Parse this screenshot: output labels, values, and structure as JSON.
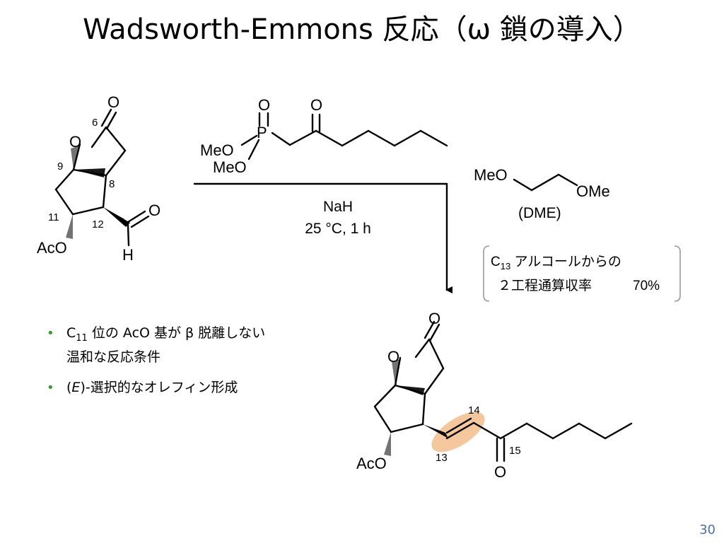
{
  "title": "Wadsworth-Emmons 反応（ω 鎖の導入）",
  "conditions": {
    "base": "NaH",
    "temp_time": "25 °C, 1 h"
  },
  "solvent": {
    "left": "MeO",
    "right": "OMe",
    "abbr": "(DME)"
  },
  "yield_note": {
    "c": "C",
    "sub": "13",
    "line1_rest": " アルコールからの",
    "line2": "２工程通算収率",
    "percent": "70%"
  },
  "aldehyde": {
    "o_carbonyl": "O",
    "o_ring": "O",
    "aco": "AcO",
    "o_ald": "O",
    "h": "H",
    "n6": "6",
    "n9": "9",
    "n8": "8",
    "n11": "11",
    "n12": "12"
  },
  "phosphonate": {
    "o_p": "O",
    "p": "P",
    "o_k": "O",
    "meo1": "MeO",
    "meo2": "MeO"
  },
  "product": {
    "o_carbonyl": "O",
    "o_ring": "O",
    "aco": "AcO",
    "o_ketone": "O",
    "n14": "14",
    "n13": "13",
    "n15": "15"
  },
  "bullets": [
    {
      "c": "C",
      "sub": "11",
      "rest": " 位の AcO 基が β 脱離しない",
      "line2": "温和な反応条件"
    },
    {
      "open": "(",
      "e": "E",
      "rest": ")-選択的なオレフィン形成"
    }
  ],
  "page_number": "30",
  "colors": {
    "highlight": "#f4c89c",
    "bullet": "#339933",
    "bracket": "#999999",
    "page_number": "#4a6fa5"
  }
}
